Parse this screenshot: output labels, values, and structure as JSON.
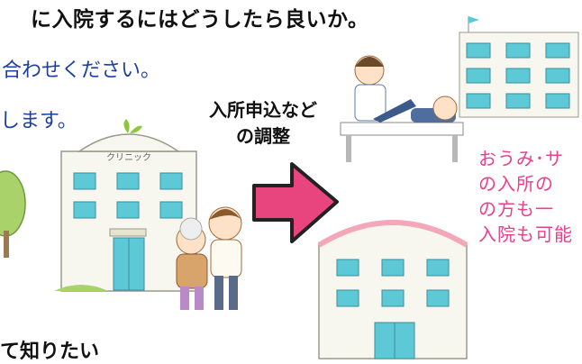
{
  "heading": {
    "text": "に入院するにはどうしたら良いか。"
  },
  "body_lines": [
    {
      "text": "合わせください。"
    },
    {
      "text": "します。"
    }
  ],
  "callout": {
    "line1": "入所申込など",
    "line2": "の調整"
  },
  "clinic": {
    "sign": "クリニック"
  },
  "side_note": {
    "lines": [
      {
        "text": "おうみ･サ"
      },
      {
        "text": "の入所の"
      },
      {
        "text": "の方も一"
      },
      {
        "text": "入院も可能"
      }
    ],
    "color": "#ea3f8c"
  },
  "bottom_heading": {
    "text": "て知りたい"
  },
  "icons": [
    "clinic-building-icon",
    "patient-couple-icon",
    "pink-arrow-icon",
    "rehab-scene-icon",
    "hospital-building-icon",
    "facility-building-icon",
    "tree-icon"
  ],
  "colors": {
    "heading": "#111111",
    "body": "#1d3f9e",
    "arrow": "#e8457f",
    "building_roof": "#f3a7b8"
  }
}
